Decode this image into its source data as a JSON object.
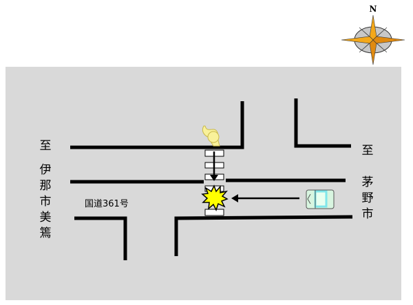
{
  "compass": {
    "north_label": "N"
  },
  "labels": {
    "west_to": "至",
    "west_dest": [
      "伊",
      "那",
      "市",
      "美",
      "篶"
    ],
    "east_to": "至",
    "east_dest": [
      "茅",
      "野",
      "市"
    ],
    "road_name": "国道361号"
  },
  "colors": {
    "background": "#d9d9d9",
    "explosion": "#ffff00",
    "pedestrian": "#f9f19a",
    "car": "#d8f5e0",
    "car_window": "#7fe6ea"
  }
}
